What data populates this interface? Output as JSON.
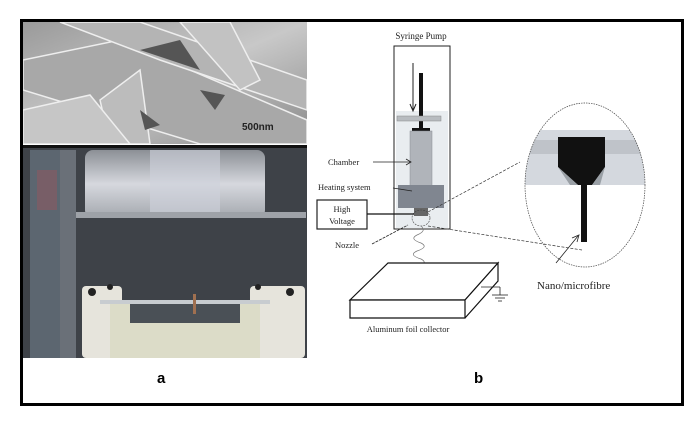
{
  "panel_a": {
    "label": "a",
    "sem_scale_bar": "500nm"
  },
  "panel_b": {
    "label": "b",
    "syringe_pump": "Syringe Pump",
    "chamber": "Chamber",
    "heating_system": "Heating system",
    "high_voltage_line1": "High",
    "high_voltage_line2": "Voltage",
    "nozzle": "Nozzle",
    "fibre": "Nano/microfibre",
    "collector": "Aluminum foil collector"
  }
}
